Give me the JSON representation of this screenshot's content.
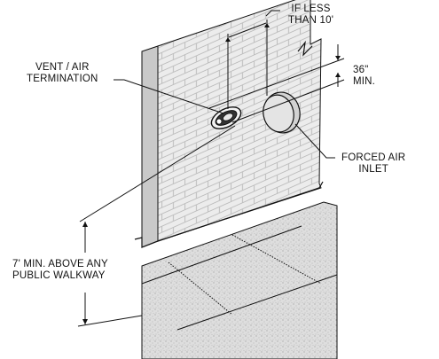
{
  "labels": {
    "if_less_line1": "IF LESS",
    "if_less_line2": "THAN 10'",
    "vent_line1": "VENT / AIR",
    "vent_line2": "TERMINATION",
    "min36_line1": "36\"",
    "min36_line2": "MIN.",
    "forced_air_line1": "FORCED AIR",
    "forced_air_line2": "INLET",
    "walkway_line1": "7'  MIN. ABOVE ANY",
    "walkway_line2": "PUBLIC WALKWAY"
  },
  "colors": {
    "line": "#111111",
    "wall": "#e9e9e9",
    "wall_side": "#cfcfcf",
    "brick_line": "#b8b8b8",
    "pavement": "#dcdcdc"
  }
}
